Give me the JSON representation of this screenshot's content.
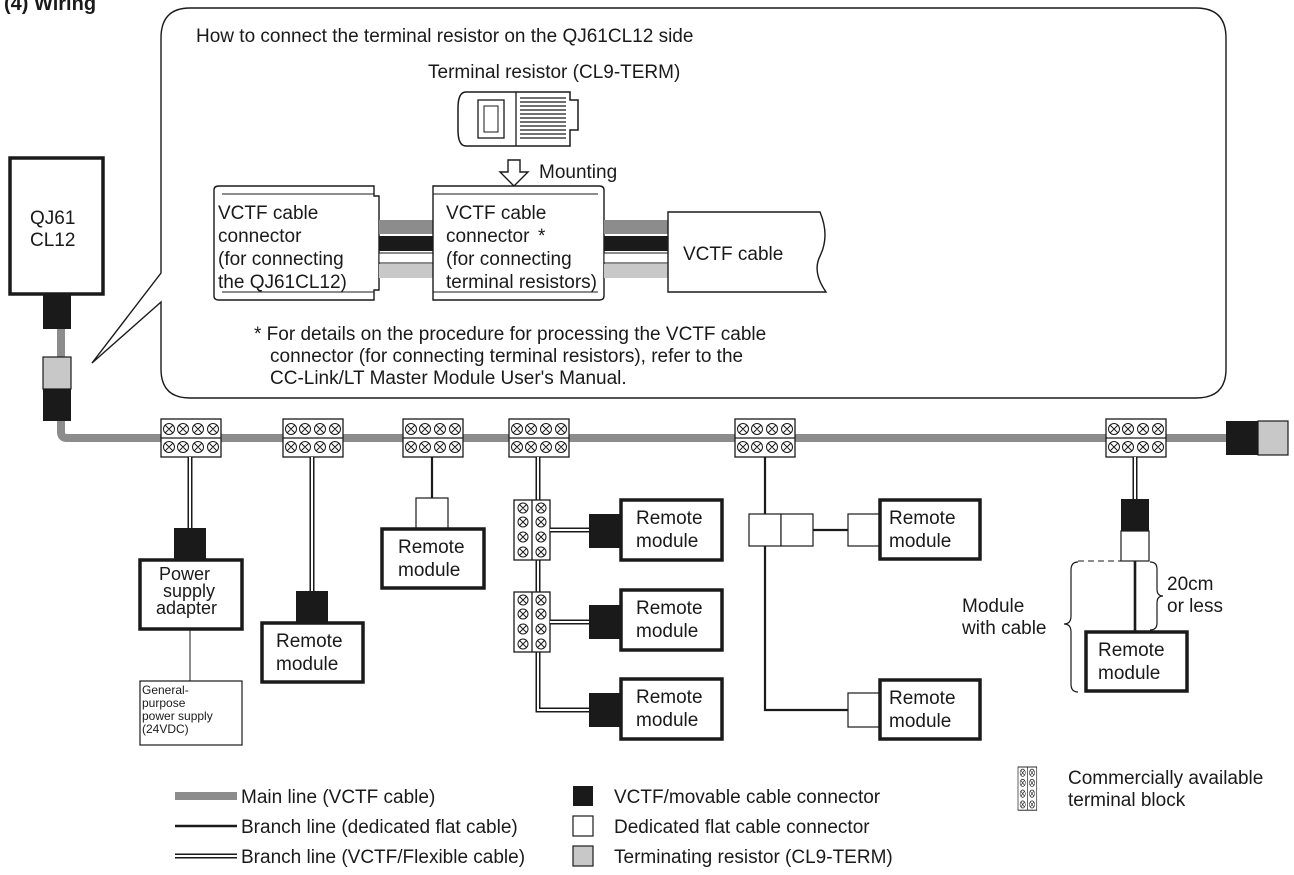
{
  "heading_fragment": "(4) Wiring",
  "master": {
    "line1": "QJ61",
    "line2": "CL12"
  },
  "callout": {
    "title": "How to connect the terminal resistor on the QJ61CL12 side",
    "terminal_resistor_label": "Terminal resistor (CL9-TERM)",
    "mounting_label": "Mounting",
    "connector_left": [
      "VCTF cable",
      "connector",
      "(for connecting",
      "the QJ61CL12)"
    ],
    "connector_mid": [
      "VCTF cable",
      "connector",
      "(for connecting",
      "terminal resistors)"
    ],
    "asterisk": "*",
    "cable_label": "VCTF cable",
    "footnote": [
      "* For details on the procedure for processing the VCTF cable",
      "connector (for connecting terminal resistors), refer to the",
      "CC-Link/LT Master Module User's Manual."
    ]
  },
  "power_adapter": [
    "Power",
    "supply",
    "adapter"
  ],
  "general_supply": [
    "General-",
    "purpose",
    "power supply",
    "(24VDC)"
  ],
  "remote_module": [
    "Remote",
    "module"
  ],
  "module_with_cable": [
    "Module",
    "with cable"
  ],
  "cable_length": [
    "20cm",
    "or less"
  ],
  "legend": {
    "main_line": "Main line (VCTF cable)",
    "branch_flat": "Branch line (dedicated flat cable)",
    "branch_vctf": "Branch line (VCTF/Flexible cable)",
    "vctf_connector": "VCTF/movable cable connector",
    "flat_connector": "Dedicated flat cable connector",
    "terminating_resistor": "Terminating resistor (CL9-TERM)",
    "terminal_block": [
      "Commercially available",
      "terminal block"
    ]
  },
  "colors": {
    "main_line": "#8c8c8c",
    "connector_black": "#1a1a1a",
    "resistor_gray": "#c8c8c8"
  }
}
